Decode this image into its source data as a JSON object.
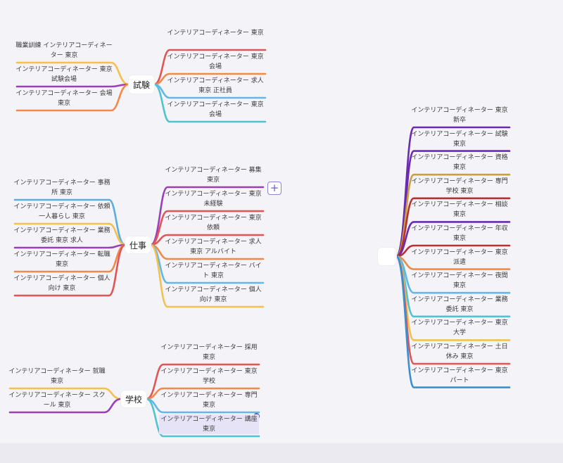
{
  "mindmap": {
    "roots": [
      {
        "id": "shiken",
        "label": "試験",
        "right": [
          {
            "text": "インテリアコーディネーター 東京",
            "color": "#e05555"
          },
          {
            "text": "インテリアコーディネーター 東京会場",
            "color": "#ef8a4a"
          },
          {
            "text": "インテリアコーディネーター 求人 東京 正社員",
            "color": "#62b7e8"
          },
          {
            "text": "インテリアコーディネーター 東京 会場",
            "color": "#4fc3d0"
          }
        ],
        "left": [
          {
            "text": "職業訓練 インテリアコーディネーター 東京",
            "color": "#f2c14e"
          },
          {
            "text": "インテリアコーディネーター 東京 試験会場",
            "color": "#9b3fb8"
          },
          {
            "text": "インテリアコーディネーター 会場 東京",
            "color": "#ef8a4a"
          }
        ]
      },
      {
        "id": "shigoto",
        "label": "仕事",
        "right": [
          {
            "text": "インテリアコーディネーター 募集 東京",
            "color": "#9b3fb8"
          },
          {
            "text": "インテリアコーディネーター 東京 未経験",
            "color": "#e05555"
          },
          {
            "text": "インテリアコーディネーター 東京 依頼",
            "color": "#e05555"
          },
          {
            "text": "インテリアコーディネーター 求人 東京 アルバイト",
            "color": "#ef8a4a"
          },
          {
            "text": "インテリアコーディネーター バイト 東京",
            "color": "#62b7e8"
          },
          {
            "text": "インテリアコーディネーター 個人 向け 東京",
            "color": "#f2c14e"
          }
        ],
        "left": [
          {
            "text": "インテリアコーディネーター 事務所 東京",
            "color": "#5aaee0"
          },
          {
            "text": "インテリアコーディネーター 依頼 一人暮らし 東京",
            "color": "#f2c14e"
          },
          {
            "text": "インテリアコーディネーター 業務委託 東京 求人",
            "color": "#9b3fb8"
          },
          {
            "text": "インテリアコーディネーター 転職 東京",
            "color": "#ef8a4a"
          },
          {
            "text": "インテリアコーディネーター 個人向け 東京",
            "color": "#e05555"
          }
        ]
      },
      {
        "id": "gakkou",
        "label": "学校",
        "right": [
          {
            "text": "インテリアコーディネーター 採用 東京",
            "color": "#e05555"
          },
          {
            "text": "インテリアコーディネーター 東京 学校",
            "color": "#ef8a4a"
          },
          {
            "text": "インテリアコーディネーター 専門 東京",
            "color": "#62b7e8"
          },
          {
            "text": "インテリアコーディネーター 講座 東京",
            "color": "#4fc3d0"
          }
        ],
        "left": [
          {
            "text": "インテリアコーディネーター 就職 東京",
            "color": "#f2c14e"
          },
          {
            "text": "インテリアコーディネーター スクール 東京",
            "color": "#9b3fb8"
          }
        ]
      },
      {
        "id": "main",
        "label": "",
        "right": [
          {
            "text": "インテリアコーディネーター 東京 新卒",
            "color": "#6a2bb0"
          },
          {
            "text": "インテリアコーディネーター 試験 東京",
            "color": "#6a2bb0"
          },
          {
            "text": "インテリアコーディネーター 資格 東京",
            "color": "#c9a040"
          },
          {
            "text": "インテリアコーディネーター 専門学校 東京",
            "color": "#b83030"
          },
          {
            "text": "インテリアコーディネーター 相談 東京",
            "color": "#6a2bb0"
          },
          {
            "text": "インテリアコーディネーター 年収 東京",
            "color": "#b83030"
          },
          {
            "text": "インテリアコーディネーター 東京 派遣",
            "color": "#ef8a4a"
          },
          {
            "text": "インテリアコーディネーター 夜間 東京",
            "color": "#62b7e8"
          },
          {
            "text": "インテリアコーディネーター 業務委託 東京",
            "color": "#4fc3d0"
          },
          {
            "text": "インテリアコーディネーター 東京 大学",
            "color": "#f2c14e"
          },
          {
            "text": "インテリアコーディネーター 土日休み 東京",
            "color": "#e05555"
          },
          {
            "text": "インテリアコーディネーター 東京 パート",
            "color": "#3a8fd0"
          }
        ],
        "left": []
      }
    ],
    "add_icon": "plus-icon",
    "add_symbol": "+"
  }
}
